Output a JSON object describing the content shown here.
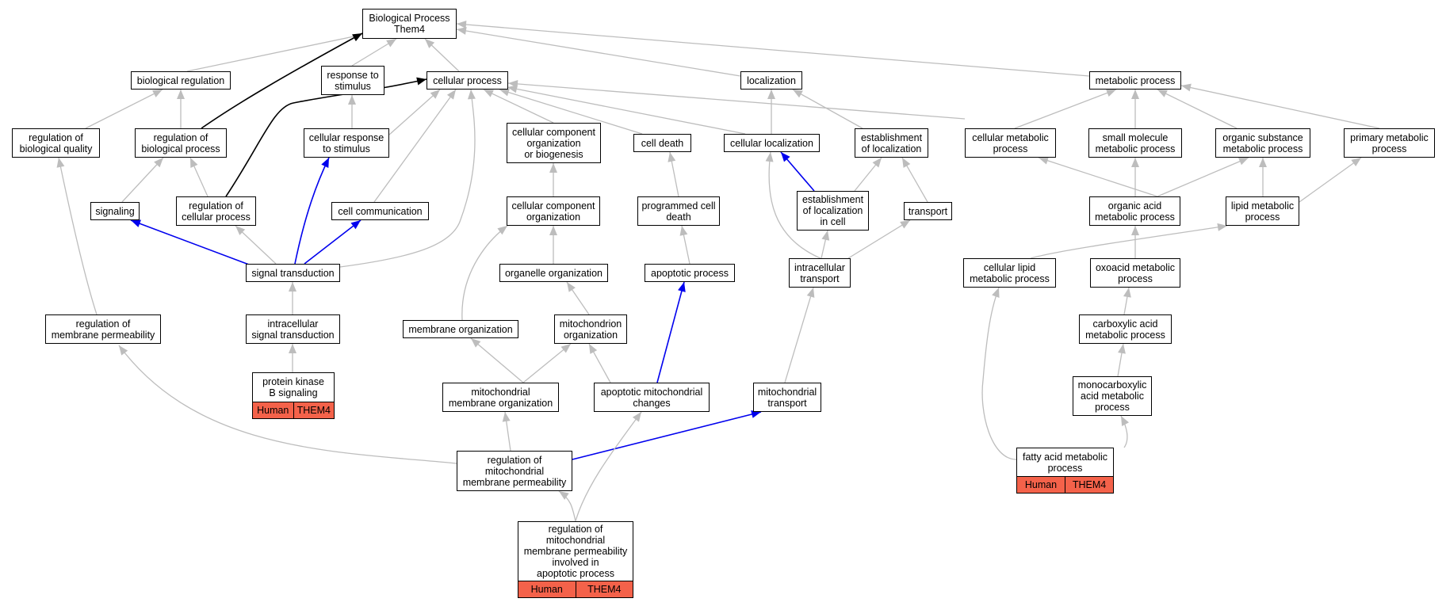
{
  "colors": {
    "default_edge": "#bdbdbd",
    "blue_edge": "#0000ee",
    "black_edge": "#000000",
    "highlight": "#f4624a"
  },
  "nodes": {
    "bp": "Biological Process\nThem4",
    "bioreg": "biological regulation",
    "resp": "response to\nstimulus",
    "cellproc": "cellular process",
    "local": "localization",
    "metab": "metabolic process",
    "regbq": "regulation of\nbiological quality",
    "regbp": "regulation of\nbiological process",
    "cellresp": "cellular response\nto stimulus",
    "ccob": "cellular component\norganization\nor biogenesis",
    "celldeath": "cell death",
    "celllocal": "cellular localization",
    "estloc": "establishment\nof localization",
    "cellmetab": "cellular metabolic\nprocess",
    "smallmol": "small molecule\nmetabolic process",
    "orgsub": "organic substance\nmetabolic process",
    "primmetab": "primary metabolic\nprocess",
    "signaling": "signaling",
    "regcp": "regulation of\ncellular process",
    "cellcomm": "cell communication",
    "cco": "cellular component\norganization",
    "pcd": "programmed cell\ndeath",
    "estloccell": "establishment\nof localization\nin cell",
    "transport": "transport",
    "orgacid": "organic acid\nmetabolic process",
    "lipidmetab": "lipid metabolic\nprocess",
    "sigtrans": "signal transduction",
    "orgorg": "organelle organization",
    "apoproc": "apoptotic process",
    "intratrans": "intracellular\ntransport",
    "celllipid": "cellular lipid\nmetabolic process",
    "oxoacid": "oxoacid metabolic\nprocess",
    "regmp": "regulation of\nmembrane permeability",
    "intrasig": "intracellular\nsignal transduction",
    "memorg": "membrane organization",
    "mitoorg": "mitochondrion\norganization",
    "carbox": "carboxylic acid\nmetabolic process",
    "pkb": "protein kinase\nB signaling",
    "mitomemorg": "mitochondrial\nmembrane organization",
    "apomito": "apoptotic mitochondrial\nchanges",
    "mitotrans": "mitochondrial\ntransport",
    "monocarb": "monocarboxylic\nacid metabolic\nprocess",
    "regmmp": "regulation of\nmitochondrial\nmembrane permeability",
    "fatty": "fatty acid metabolic\nprocess",
    "regmmpapo": "regulation of\nmitochondrial\nmembrane permeability\ninvolved in\napoptotic process"
  },
  "annotations": {
    "pkb": [
      "Human",
      "THEM4"
    ],
    "fatty": [
      "Human",
      "THEM4"
    ],
    "regmmpapo": [
      "Human",
      "THEM4"
    ]
  }
}
